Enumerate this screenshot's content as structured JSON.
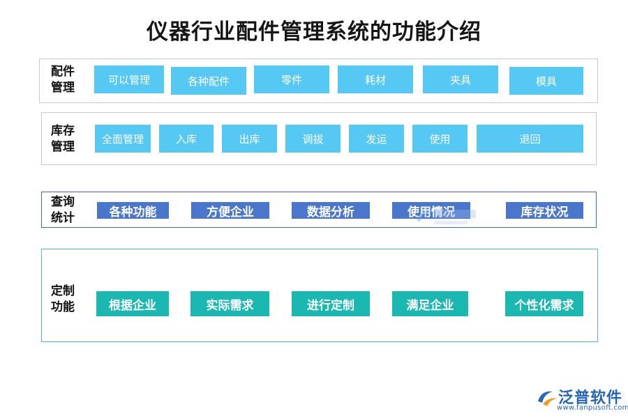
{
  "title": "仪器行业配件管理系统的功能介绍",
  "sections": [
    {
      "label": [
        "配件",
        "管理"
      ],
      "items": [
        "可以管理",
        "各种配件",
        "零件",
        "耗材",
        "夹具",
        "模具"
      ]
    },
    {
      "label": [
        "库存",
        "管理"
      ],
      "items": [
        "全面管理",
        "入库",
        "出库",
        "调拔",
        "发运",
        "使用",
        "退回"
      ]
    },
    {
      "label": [
        "查询",
        "统计"
      ],
      "items": [
        "各种功能",
        "方便企业",
        "数据分析",
        "使用情况",
        "库存状况"
      ]
    },
    {
      "label": [
        "定制",
        "功能"
      ],
      "items": [
        "根据企业",
        "实际需求",
        "进行定制",
        "满足企业",
        "个性化需求"
      ]
    }
  ],
  "logo": {
    "name": "泛普软件",
    "url": "www.fanpusoft.com"
  },
  "colors": {
    "light_box": "#55c8f4",
    "blue_box": "#4a76cc",
    "teal_box": "#1bb8b2",
    "section3_border": "#3d6ac4",
    "section4_border": "#4ab8d8",
    "logo": "#2566b8"
  }
}
